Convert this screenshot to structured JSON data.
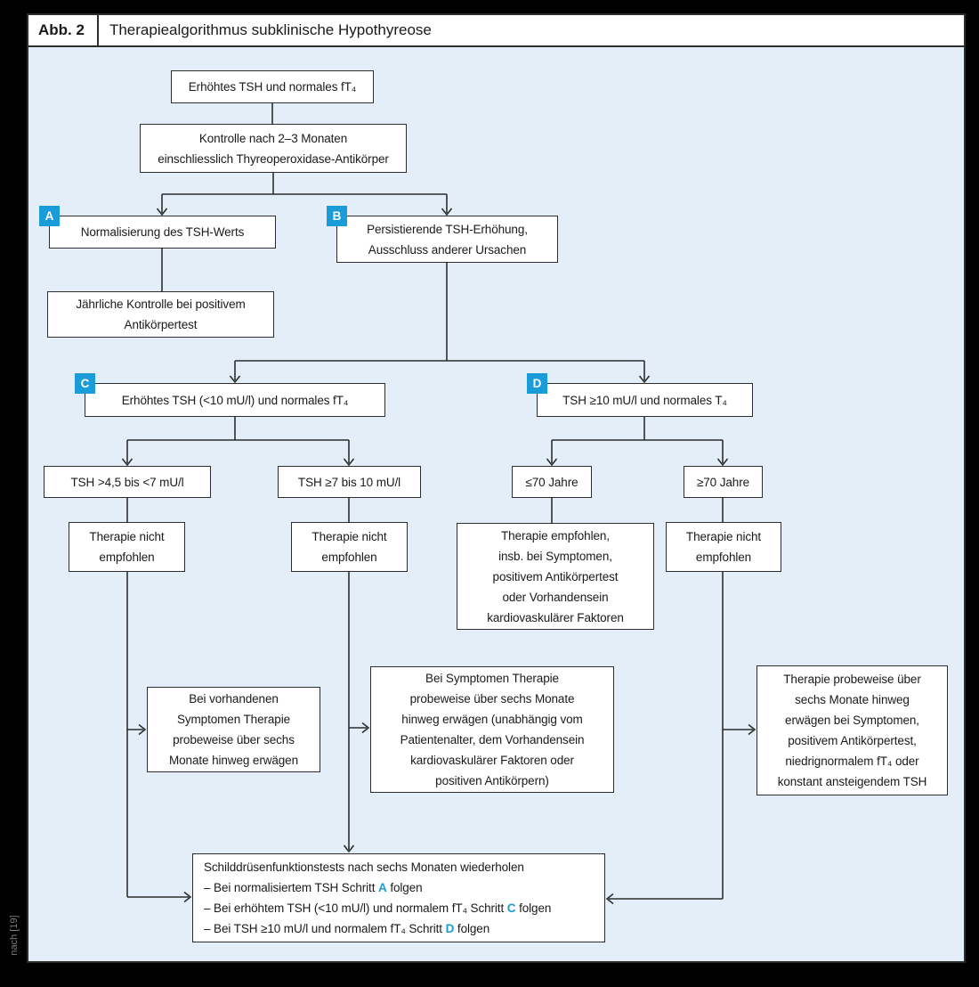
{
  "figure": {
    "label": "Abb. 2",
    "title": "Therapiealgorithmus subklinische Hypothyreose",
    "source_note": "nach [19]"
  },
  "colors": {
    "accent": "#1a9cd8",
    "canvas": "#e3eef8",
    "ink": "#1a1a1a",
    "line": "#2d2d2d",
    "boxbg": "#ffffff"
  },
  "badges": {
    "a": "A",
    "b": "B",
    "c": "C",
    "d": "D"
  },
  "nodes": {
    "start": "Erhöhtes TSH und normales fT₄",
    "kontrolle": "Kontrolle nach 2–3 Monaten\neinschliesslich Thyreoperoxidase-Antikörper",
    "normalisierung": "Normalisierung des TSH-Werts",
    "jaehrliche_kontrolle": "Jährliche Kontrolle bei positivem\nAntikörpertest",
    "persistierend": "Persistierende TSH-Erhöhung,\nAusschluss anderer Ursachen",
    "erhoeht_unter10": "Erhöhtes TSH (<10 mU/l) und normales fT₄",
    "tsh_ab10": "TSH ≥10 mU/l und normales T₄",
    "tsh_45_bis_7": "TSH >4,5 bis <7 mU/l",
    "tsh_7_bis_10": "TSH ≥7 bis 10 mU/l",
    "bis_70_jahre": "≤70 Jahre",
    "ab_70_jahre": "≥70 Jahre",
    "therapie_nicht_1": "Therapie nicht\nempfohlen",
    "therapie_nicht_2": "Therapie nicht\nempfohlen",
    "therapie_nicht_3": "Therapie nicht\nempfohlen",
    "therapie_empfohlen": "Therapie empfohlen,\ninsb. bei Symptomen,\npositivem Antikörpertest\noder Vorhandensein\nkardiovaskulärer Faktoren",
    "erwaegen_links": "Bei vorhandenen\nSymptomen Therapie\nprobeweise über sechs\nMonate hinweg erwägen",
    "erwaegen_mitte": "Bei Symptomen Therapie\nprobeweise über sechs Monate\nhinweg erwägen (unabhängig vom\nPatientenalter, dem Vorhandensein\nkardiovaskulärer Faktoren oder\npositiven Antikörpern)",
    "erwaegen_rechts": "Therapie probeweise über\nsechs Monate hinweg\nerwägen bei Symptomen,\npositivem Antikörpertest,\nniedrignormalem fT₄ oder\nkonstant ansteigendem TSH"
  },
  "final_box": {
    "title": "Schilddrüsenfunktionstests nach sechs Monaten wiederholen",
    "items": [
      {
        "pre": "– Bei normalisiertem TSH Schritt ",
        "step": "A",
        "post": " folgen"
      },
      {
        "pre": "– Bei erhöhtem TSH (<10 mU/l) und normalem fT₄ Schritt ",
        "step": "C",
        "post": " folgen"
      },
      {
        "pre": "– Bei TSH ≥10 mU/l und normalem fT₄ Schritt ",
        "step": "D",
        "post": " folgen"
      }
    ]
  }
}
